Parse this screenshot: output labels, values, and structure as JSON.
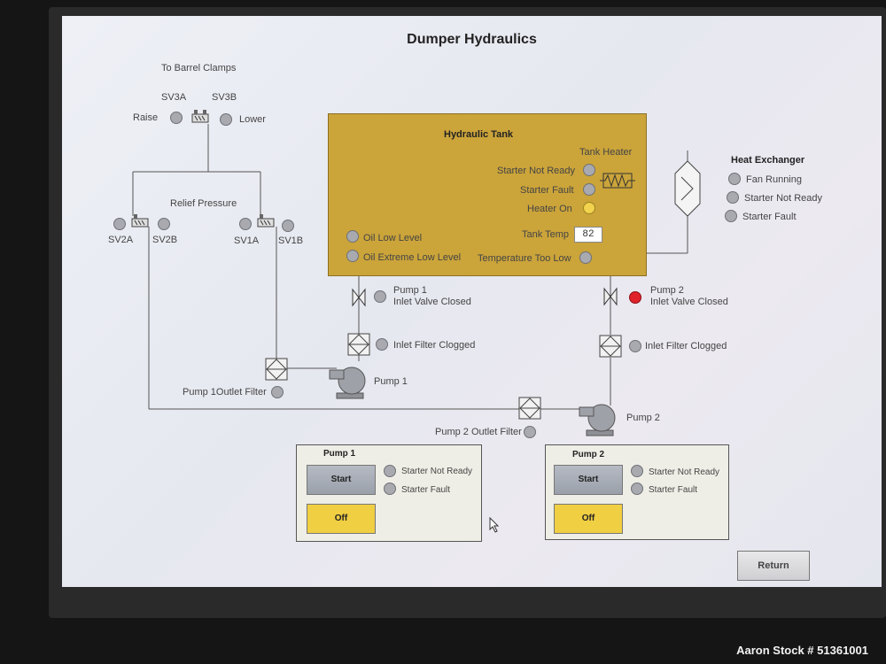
{
  "title": "Dumper Hydraulics",
  "barrel": {
    "heading": "To Barrel Clamps",
    "sv3a": "SV3A",
    "sv3b": "SV3B",
    "raise": "Raise",
    "lower": "Lower"
  },
  "relief": {
    "heading": "Relief Pressure",
    "sv2a": "SV2A",
    "sv2b": "SV2B",
    "sv1a": "SV1A",
    "sv1b": "SV1B"
  },
  "tank": {
    "title": "Hydraulic Tank",
    "heater_title": "Tank Heater",
    "starter_not_ready": "Starter Not Ready",
    "starter_fault": "Starter Fault",
    "heater_on": "Heater On",
    "temp_label": "Tank Temp",
    "temp_value": "82",
    "oil_low": "Oil Low Level",
    "oil_extreme": "Oil Extreme Low Level",
    "temp_low": "Temperature Too Low"
  },
  "heat_exchanger": {
    "title": "Heat Exchanger",
    "fan_running": "Fan Running",
    "starter_not_ready": "Starter Not Ready",
    "starter_fault": "Starter Fault"
  },
  "pump1": {
    "valve_line1": "Pump 1",
    "valve_line2": "Inlet Valve Closed",
    "filter": "Inlet Filter Clogged",
    "name": "Pump 1",
    "outlet_filter": "Pump 1Outlet Filter"
  },
  "pump2": {
    "valve_line1": "Pump 2",
    "valve_line2": "Inlet Valve Closed",
    "filter": "Inlet Filter Clogged",
    "name": "Pump 2",
    "outlet_filter": "Pump 2 Outlet Filter"
  },
  "panel1": {
    "title": "Pump 1",
    "start": "Start",
    "off": "Off",
    "starter_not_ready": "Starter Not Ready",
    "starter_fault": "Starter Fault"
  },
  "panel2": {
    "title": "Pump 2",
    "start": "Start",
    "off": "Off",
    "starter_not_ready": "Starter Not Ready",
    "starter_fault": "Starter Fault"
  },
  "return_label": "Return",
  "watermark": "Aaron Stock # 51361001",
  "status_colors": {
    "inactive": "#a8aab0",
    "alarm": "#e0222a",
    "on": "#f2d24e",
    "tank": "#cba43a"
  }
}
